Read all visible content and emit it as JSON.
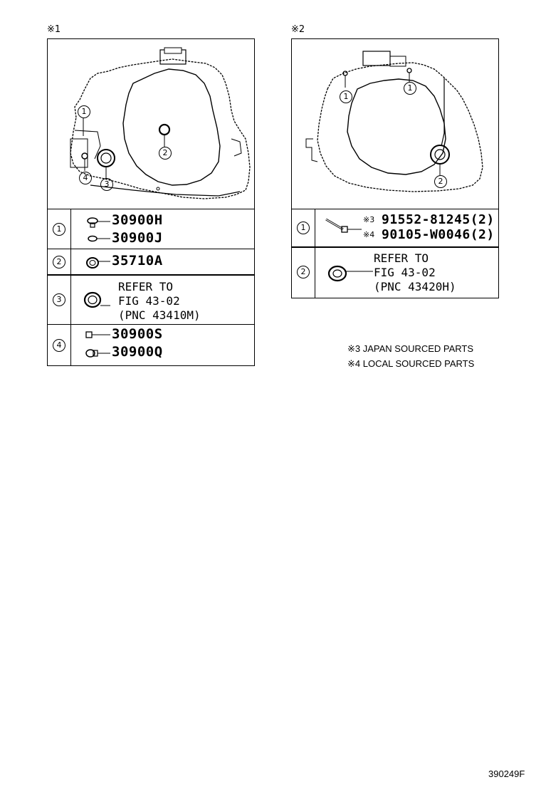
{
  "panel1": {
    "label": "※1",
    "callouts": {
      "c1": "1",
      "c2": "2",
      "c3": "3",
      "c4": "4"
    },
    "rows": [
      {
        "num": "1",
        "parts": [
          "30900H",
          "30900J"
        ]
      },
      {
        "num": "2",
        "parts": [
          "35710A"
        ]
      },
      {
        "num": "3",
        "ref": [
          "REFER TO",
          "FIG 43-02",
          "(PNC 43410M)"
        ]
      },
      {
        "num": "4",
        "parts": [
          "30900S",
          "30900Q"
        ]
      }
    ]
  },
  "panel2": {
    "label": "※2",
    "callouts": {
      "c1": "1",
      "c2": "2"
    },
    "rows": [
      {
        "num": "1",
        "marks": [
          "※3",
          "※4"
        ],
        "parts": [
          "91552-81245(2)",
          "90105-W0046(2)"
        ]
      },
      {
        "num": "2",
        "ref": [
          "REFER TO",
          "FIG 43-02",
          "(PNC 43420H)"
        ]
      }
    ]
  },
  "notes": [
    "※3 JAPAN SOURCED PARTS",
    "※4 LOCAL SOURCED PARTS"
  ],
  "figure_id": "390249F"
}
